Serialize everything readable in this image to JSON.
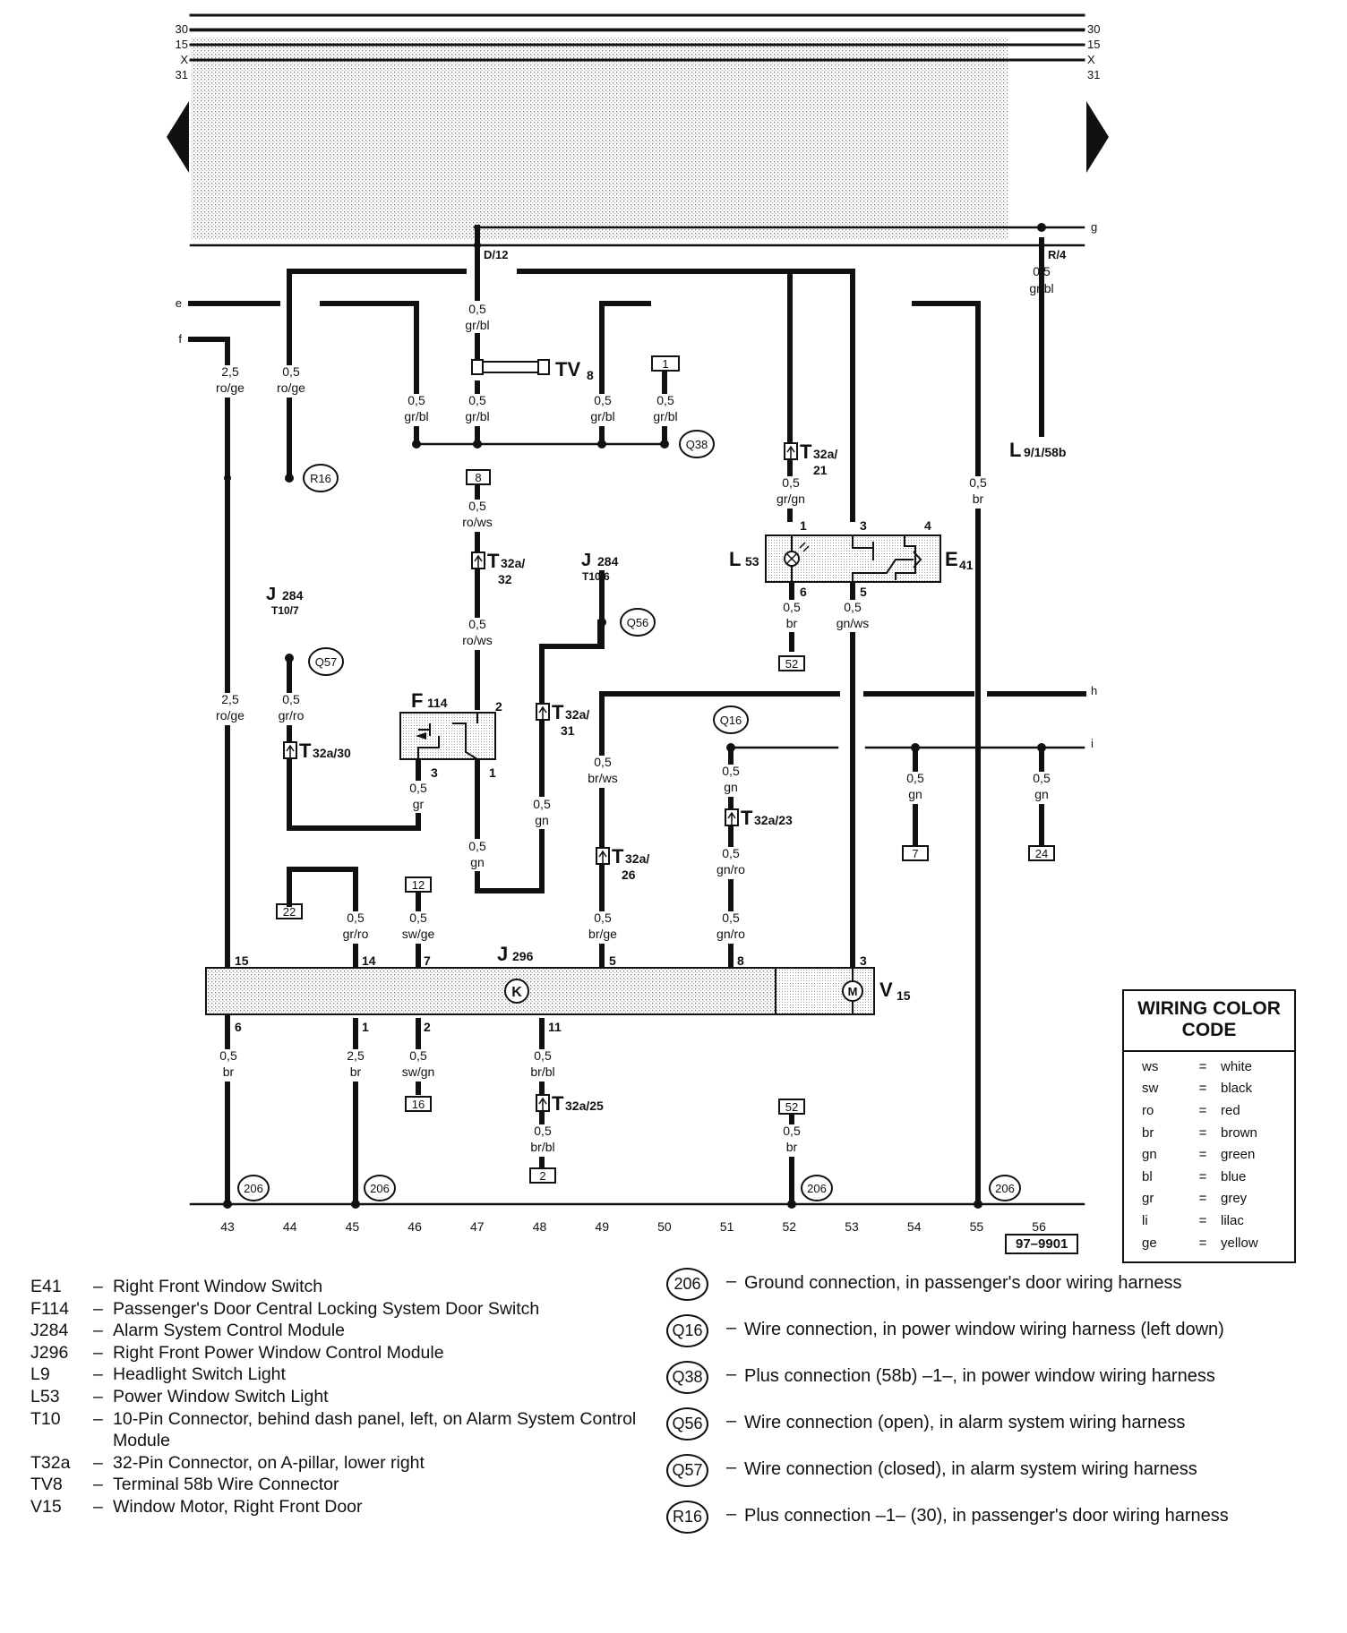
{
  "rails": {
    "left": [
      "30",
      "15",
      "X",
      "31"
    ],
    "right": [
      "30",
      "15",
      "X",
      "31"
    ],
    "g": "g",
    "e": "e",
    "f": "f",
    "h": "h",
    "i": "i"
  },
  "bottom_numbers": [
    "43",
    "44",
    "45",
    "46",
    "47",
    "48",
    "49",
    "50",
    "51",
    "52",
    "53",
    "54",
    "55",
    "56"
  ],
  "wire_labels": {
    "w_d12": "D/12",
    "w_r4": "R/4",
    "w_r4_size": "0,5",
    "w_r4_color": "gr/bl",
    "w_a_size": "0,5",
    "w_a_color": "gr/bl",
    "w_f_size": "2,5",
    "w_f_color": "ro/ge",
    "w_b_size": "0,5",
    "w_b_color": "ro/ge",
    "w_c_size": "0,5",
    "w_c_color": "gr/bl",
    "w_d_size": "0,5",
    "w_d_color": "gr/bl",
    "w_e_size": "0,5",
    "w_e_color": "gr/bl",
    "w_g_size": "0,5",
    "w_g_color": "gr/bl",
    "w_h_size": "0,5",
    "w_h_color": "ro/ws",
    "w_i_size": "0,5",
    "w_i_color": "ro/ws",
    "w_j_size": "0,5",
    "w_j_color": "gr/gn",
    "w_k_size": "0,5",
    "w_k_color": "br",
    "w_l_size": "0,5",
    "w_l_color": "br",
    "w_m_size": "0,5",
    "w_m_color": "gn/ws",
    "w_n_size": "2,5",
    "w_n_color": "ro/ge",
    "w_o_size": "0,5",
    "w_o_color": "gr/ro",
    "w_p_size": "0,5",
    "w_p_color": "gr",
    "w_q_size": "0,5",
    "w_q_color": "gn",
    "w_r_size": "0,5",
    "w_r_color": "gn",
    "w_s_size": "0,5",
    "w_s_color": "br/ws",
    "w_t_size": "0,5",
    "w_t_color": "gn",
    "w_u_size": "0,5",
    "w_u_color": "gn",
    "w_v_size": "0,5",
    "w_v_color": "gn",
    "w_w_size": "0,5",
    "w_w_color": "gn/ro",
    "w_x_size": "0,5",
    "w_x_color": "gr/ro",
    "w_y_size": "0,5",
    "w_y_color": "sw/ge",
    "w_z_size": "0,5",
    "w_z_color": "br/ge",
    "w_aa_size": "0,5",
    "w_aa_color": "gn/ro",
    "w_ab_size": "0,5",
    "w_ab_color": "br",
    "w_ac_size": "2,5",
    "w_ac_color": "br",
    "w_ad_size": "0,5",
    "w_ad_color": "sw/gn",
    "w_ae_size": "0,5",
    "w_ae_color": "br/bl",
    "w_af_size": "0,5",
    "w_af_color": "br/bl",
    "w_ag_size": "0,5",
    "w_ag_color": "br"
  },
  "connectors": {
    "tv8": "TV",
    "tv8_sub": "8",
    "t32a21": "T",
    "t32a21_sub": "32a/",
    "t32a21_num": "21",
    "t32a32": "T",
    "t32a32_sub": "32a/",
    "t32a32_num": "32",
    "t32a30": "T",
    "t32a30_sub": "32a/30",
    "t32a31": "T",
    "t32a31_sub": "32a/",
    "t32a31_num": "31",
    "t32a26": "T",
    "t32a26_sub": "32a/",
    "t32a26_num": "26",
    "t32a23": "T",
    "t32a23_sub": "32a/23",
    "t32a25": "T",
    "t32a25_sub": "32a/25",
    "j284a": "J",
    "j284a_sub": "284",
    "j284a_pin": "T10/6",
    "j284b": "J",
    "j284b_sub": "284",
    "j284b_pin": "T10/7",
    "l9": "L",
    "l9_sub": "9/1/58b",
    "l53": "L",
    "l53_sub": "53",
    "e41": "E",
    "e41_sub": "41",
    "f114": "F",
    "f114_sub": "114",
    "j296": "J",
    "j296_sub": "296",
    "v15": "V",
    "v15_sub": "15"
  },
  "pins": {
    "e41_1": "1",
    "e41_3": "3",
    "e41_4": "4",
    "e41_6": "6",
    "e41_5": "5",
    "f114_2": "2",
    "f114_3": "3",
    "f114_1": "1",
    "j296_15": "15",
    "j296_14": "14",
    "j296_7": "7",
    "j296_5": "5",
    "j296_8": "8",
    "v15_3": "3",
    "j296_6": "6",
    "j296_1": "1",
    "j296_2": "2",
    "j296_11": "11",
    "motor": "M",
    "k": "K"
  },
  "boxes": {
    "b1": "1",
    "b8": "8",
    "b52a": "52",
    "b7": "7",
    "b24": "24",
    "b22": "22",
    "b12": "12",
    "b16": "16",
    "b2": "2",
    "b52b": "52"
  },
  "circles": {
    "r16": "R16",
    "q38": "Q38",
    "q56": "Q56",
    "q57": "Q57",
    "q16": "Q16",
    "g206a": "206",
    "g206b": "206",
    "g206c": "206",
    "g206d": "206"
  },
  "color_code": {
    "title_line1": "WIRING COLOR",
    "title_line2": "CODE",
    "rows": [
      {
        "ab": "ws",
        "eq": "=",
        "nm": "white"
      },
      {
        "ab": "sw",
        "eq": "=",
        "nm": "black"
      },
      {
        "ab": "ro",
        "eq": "=",
        "nm": "red"
      },
      {
        "ab": "br",
        "eq": "=",
        "nm": "brown"
      },
      {
        "ab": "gn",
        "eq": "=",
        "nm": "green"
      },
      {
        "ab": "bl",
        "eq": "=",
        "nm": "blue"
      },
      {
        "ab": "gr",
        "eq": "=",
        "nm": "grey"
      },
      {
        "ab": "li",
        "eq": "=",
        "nm": "lilac"
      },
      {
        "ab": "ge",
        "eq": "=",
        "nm": "yellow"
      }
    ]
  },
  "reference": "97–9901",
  "components": [
    {
      "code": "E41",
      "dash": "–",
      "desc": "Right Front Window Switch"
    },
    {
      "code": "F114",
      "dash": "–",
      "desc": "Passenger's Door Central Locking System Door Switch"
    },
    {
      "code": "J284",
      "dash": "–",
      "desc": "Alarm System Control Module"
    },
    {
      "code": "J296",
      "dash": "–",
      "desc": "Right Front Power Window Control Module"
    },
    {
      "code": "L9",
      "dash": "–",
      "desc": "Headlight Switch Light"
    },
    {
      "code": "L53",
      "dash": "–",
      "desc": "Power Window Switch Light"
    },
    {
      "code": "T10",
      "dash": "–",
      "desc": "10-Pin Connector, behind dash panel, left, on Alarm System Control Module"
    },
    {
      "code": "T32a",
      "dash": "–",
      "desc": "32-Pin Connector, on A-pillar, lower right"
    },
    {
      "code": "TV8",
      "dash": "–",
      "desc": "Terminal 58b Wire Connector"
    },
    {
      "code": "V15",
      "dash": "–",
      "desc": "Window Motor, Right Front Door"
    }
  ],
  "connections": [
    {
      "badge": "206",
      "dash": "–",
      "desc": "Ground connection, in passenger's door wiring harness"
    },
    {
      "badge": "Q16",
      "dash": "–",
      "desc": "Wire connection, in power window wiring harness (left down)"
    },
    {
      "badge": "Q38",
      "dash": "–",
      "desc": "Plus connection (58b) –1–, in power window wiring harness"
    },
    {
      "badge": "Q56",
      "dash": "–",
      "desc": "Wire connection (open), in alarm system wiring harness"
    },
    {
      "badge": "Q57",
      "dash": "–",
      "desc": "Wire connection (closed), in alarm system wiring harness"
    },
    {
      "badge": "R16",
      "dash": "–",
      "desc": "Plus connection –1– (30), in passenger's door wiring harness"
    }
  ]
}
